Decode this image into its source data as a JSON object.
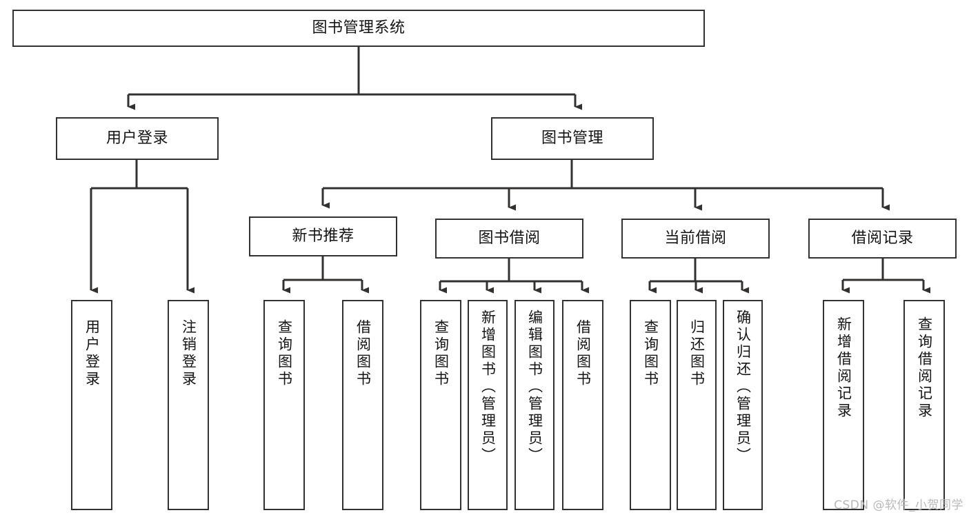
{
  "diagram": {
    "title": "图书管理系统",
    "type": "tree-hierarchy-chart",
    "orientation": "top-down",
    "colors": {
      "stroke": "#33312f",
      "fill": "#ffffff",
      "text": "#141414",
      "watermark": "#b9b9b9"
    },
    "levels": [
      {
        "level": 1,
        "nodes": [
          {
            "id": "root",
            "label": "图书管理系统",
            "text_orientation": "horizontal"
          }
        ]
      },
      {
        "level": 2,
        "nodes": [
          {
            "id": "user-login",
            "label": "用户登录",
            "text_orientation": "horizontal",
            "parent": "root"
          },
          {
            "id": "book-manage",
            "label": "图书管理",
            "text_orientation": "horizontal",
            "parent": "root"
          }
        ]
      },
      {
        "level": 3,
        "nodes": [
          {
            "id": "new-book-rec",
            "label": "新书推荐",
            "text_orientation": "horizontal",
            "parent": "book-manage"
          },
          {
            "id": "book-borrow",
            "label": "图书借阅",
            "text_orientation": "horizontal",
            "parent": "book-manage"
          },
          {
            "id": "current-borrow",
            "label": "当前借阅",
            "text_orientation": "horizontal",
            "parent": "book-manage"
          },
          {
            "id": "borrow-record",
            "label": "借阅记录",
            "text_orientation": "horizontal",
            "parent": "book-manage"
          }
        ]
      },
      {
        "level": 4,
        "nodes": [
          {
            "id": "leaf-user-login",
            "label": "用户登录",
            "text_orientation": "vertical",
            "parent": "user-login"
          },
          {
            "id": "leaf-user-logout",
            "label": "注销登录",
            "text_orientation": "vertical",
            "parent": "user-login"
          },
          {
            "id": "leaf-query-book-a",
            "label": "查询图书",
            "text_orientation": "vertical",
            "parent": "new-book-rec"
          },
          {
            "id": "leaf-borrow-book-a",
            "label": "借阅图书",
            "text_orientation": "vertical",
            "parent": "new-book-rec"
          },
          {
            "id": "leaf-query-book-b",
            "label": "查询图书",
            "text_orientation": "vertical",
            "parent": "book-borrow"
          },
          {
            "id": "leaf-add-book",
            "label": "新增图书（管理员）",
            "text_orientation": "vertical",
            "parent": "book-borrow"
          },
          {
            "id": "leaf-edit-book",
            "label": "编辑图书（管理员）",
            "text_orientation": "vertical",
            "parent": "book-borrow"
          },
          {
            "id": "leaf-borrow-book-b",
            "label": "借阅图书",
            "text_orientation": "vertical",
            "parent": "book-borrow"
          },
          {
            "id": "leaf-query-book-c",
            "label": "查询图书",
            "text_orientation": "vertical",
            "parent": "current-borrow"
          },
          {
            "id": "leaf-return-book",
            "label": "归还图书",
            "text_orientation": "vertical",
            "parent": "current-borrow"
          },
          {
            "id": "leaf-confirm-return",
            "label": "确认归还（管理员）",
            "text_orientation": "vertical",
            "parent": "current-borrow"
          },
          {
            "id": "leaf-add-record",
            "label": "新增借阅记录",
            "text_orientation": "vertical",
            "parent": "borrow-record"
          },
          {
            "id": "leaf-query-record",
            "label": "查询借阅记录",
            "text_orientation": "vertical",
            "parent": "borrow-record"
          }
        ]
      }
    ]
  },
  "watermark": {
    "text": "CSDN @软件_小贺同学"
  }
}
